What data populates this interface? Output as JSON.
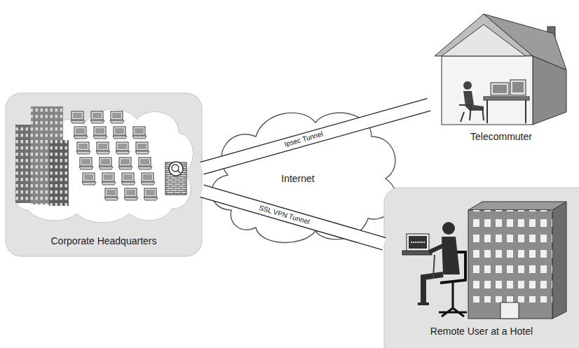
{
  "diagram": {
    "nodes": [
      {
        "text": [
          "Corporate Headquarters"
        ]
      },
      {
        "text": [
          "Internet"
        ]
      },
      {
        "text": [
          "Telecommuter"
        ]
      },
      {
        "text": [
          "Remote User at a Hotel"
        ]
      }
    ],
    "edges": [
      {
        "from": 0,
        "to": 2,
        "label": "Ipsec Tunnel",
        "arrow": "none"
      },
      {
        "from": 0,
        "to": 3,
        "label": "SSL VPN Tunnel",
        "arrow": "none"
      }
    ]
  }
}
